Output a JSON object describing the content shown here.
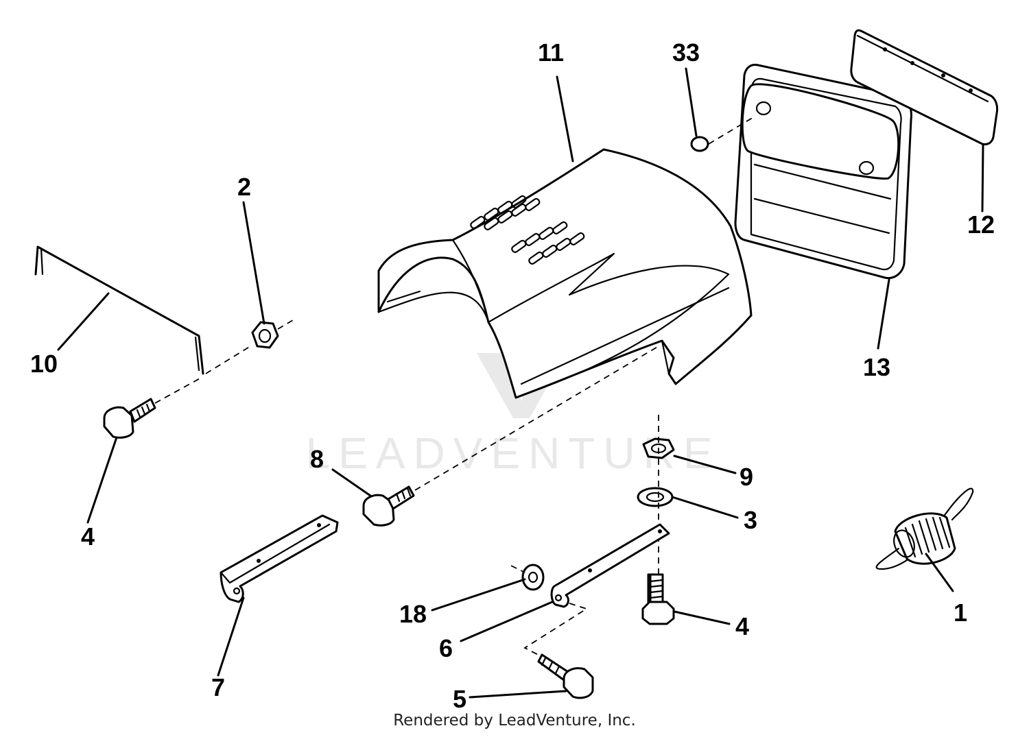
{
  "diagram": {
    "watermark_text": "LEADVENTURE",
    "footer": "Rendered by LeadVenture, Inc.",
    "callouts": {
      "c1": "1",
      "c2": "2",
      "c3": "3",
      "c4a": "4",
      "c4b": "4",
      "c5": "5",
      "c6": "6",
      "c7": "7",
      "c8": "8",
      "c9": "9",
      "c10": "10",
      "c11": "11",
      "c12": "12",
      "c13": "13",
      "c18": "18",
      "c33": "33"
    }
  }
}
